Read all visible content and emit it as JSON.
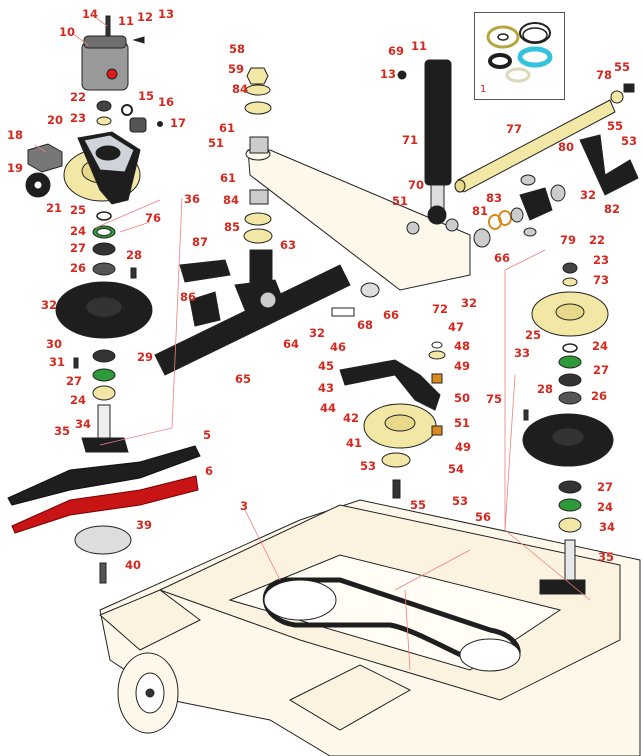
{
  "diagram": {
    "title": "Mower deck exploded parts diagram",
    "colors": {
      "label": "#d6281e",
      "leader": "#f08080",
      "deck": "#fdf8ea",
      "pulley": "#f3e7a6",
      "black_part": "#1e1e1e",
      "blade_red": "#c81414",
      "seal_cyan": "#33c3dc",
      "seal_green": "#2e9a3a",
      "bushing_orange": "#d98a1c"
    },
    "kit_inset": {
      "label": "1"
    },
    "callouts": [
      {
        "id": "c14",
        "text": "14"
      },
      {
        "id": "c11a",
        "text": "11"
      },
      {
        "id": "c12",
        "text": "12"
      },
      {
        "id": "c13a",
        "text": "13"
      },
      {
        "id": "c10",
        "text": "10"
      },
      {
        "id": "c22a",
        "text": "22"
      },
      {
        "id": "c15",
        "text": "15"
      },
      {
        "id": "c16",
        "text": "16"
      },
      {
        "id": "c23a",
        "text": "23"
      },
      {
        "id": "c17",
        "text": "17"
      },
      {
        "id": "c20",
        "text": "20"
      },
      {
        "id": "c18",
        "text": "18"
      },
      {
        "id": "c19",
        "text": "19"
      },
      {
        "id": "c21",
        "text": "21"
      },
      {
        "id": "c36",
        "text": "36"
      },
      {
        "id": "c25a",
        "text": "25"
      },
      {
        "id": "c76",
        "text": "76"
      },
      {
        "id": "c24a",
        "text": "24"
      },
      {
        "id": "c27a",
        "text": "27"
      },
      {
        "id": "c28a",
        "text": "28"
      },
      {
        "id": "c26a",
        "text": "26"
      },
      {
        "id": "c32a",
        "text": "32"
      },
      {
        "id": "c30",
        "text": "30"
      },
      {
        "id": "c29",
        "text": "29"
      },
      {
        "id": "c31",
        "text": "31"
      },
      {
        "id": "c27b",
        "text": "27"
      },
      {
        "id": "c24b",
        "text": "24"
      },
      {
        "id": "c34a",
        "text": "34"
      },
      {
        "id": "c35a",
        "text": "35"
      },
      {
        "id": "c5",
        "text": "5"
      },
      {
        "id": "c6",
        "text": "6"
      },
      {
        "id": "c39",
        "text": "39"
      },
      {
        "id": "c40",
        "text": "40"
      },
      {
        "id": "c3",
        "text": "3"
      },
      {
        "id": "c58",
        "text": "58"
      },
      {
        "id": "c59",
        "text": "59"
      },
      {
        "id": "c84a",
        "text": "84"
      },
      {
        "id": "c61a",
        "text": "61"
      },
      {
        "id": "c51a",
        "text": "51"
      },
      {
        "id": "c61b",
        "text": "61"
      },
      {
        "id": "c84b",
        "text": "84"
      },
      {
        "id": "c85",
        "text": "85"
      },
      {
        "id": "c63",
        "text": "63"
      },
      {
        "id": "c87",
        "text": "87"
      },
      {
        "id": "c86",
        "text": "86"
      },
      {
        "id": "c64",
        "text": "64"
      },
      {
        "id": "c32b",
        "text": "32"
      },
      {
        "id": "c65",
        "text": "65"
      },
      {
        "id": "c68",
        "text": "68"
      },
      {
        "id": "c66a",
        "text": "66"
      },
      {
        "id": "c69",
        "text": "69"
      },
      {
        "id": "c11b",
        "text": "11"
      },
      {
        "id": "c13b",
        "text": "13"
      },
      {
        "id": "c71",
        "text": "71"
      },
      {
        "id": "c70",
        "text": "70"
      },
      {
        "id": "c51b",
        "text": "51"
      },
      {
        "id": "c72",
        "text": "72"
      },
      {
        "id": "c32c",
        "text": "32"
      },
      {
        "id": "c77",
        "text": "77"
      },
      {
        "id": "c78",
        "text": "78"
      },
      {
        "id": "c55a",
        "text": "55"
      },
      {
        "id": "c55b",
        "text": "55"
      },
      {
        "id": "c53a",
        "text": "53"
      },
      {
        "id": "c80",
        "text": "80"
      },
      {
        "id": "c83",
        "text": "83"
      },
      {
        "id": "c32d",
        "text": "32"
      },
      {
        "id": "c82",
        "text": "82"
      },
      {
        "id": "c81",
        "text": "81"
      },
      {
        "id": "c66b",
        "text": "66"
      },
      {
        "id": "c79",
        "text": "79"
      },
      {
        "id": "c22b",
        "text": "22"
      },
      {
        "id": "c23b",
        "text": "23"
      },
      {
        "id": "c73",
        "text": "73"
      },
      {
        "id": "c47",
        "text": "47"
      },
      {
        "id": "c48",
        "text": "48"
      },
      {
        "id": "c46",
        "text": "46"
      },
      {
        "id": "c45",
        "text": "45"
      },
      {
        "id": "c49a",
        "text": "49"
      },
      {
        "id": "c43",
        "text": "43"
      },
      {
        "id": "c50",
        "text": "50"
      },
      {
        "id": "c44",
        "text": "44"
      },
      {
        "id": "c42",
        "text": "42"
      },
      {
        "id": "c51c",
        "text": "51"
      },
      {
        "id": "c49b",
        "text": "49"
      },
      {
        "id": "c41",
        "text": "41"
      },
      {
        "id": "c53b",
        "text": "53"
      },
      {
        "id": "c54",
        "text": "54"
      },
      {
        "id": "c55c",
        "text": "55"
      },
      {
        "id": "c53c",
        "text": "53"
      },
      {
        "id": "c56",
        "text": "56"
      },
      {
        "id": "c25b",
        "text": "25"
      },
      {
        "id": "c24c",
        "text": "24"
      },
      {
        "id": "c33",
        "text": "33"
      },
      {
        "id": "c27c",
        "text": "27"
      },
      {
        "id": "c75",
        "text": "75"
      },
      {
        "id": "c28b",
        "text": "28"
      },
      {
        "id": "c26b",
        "text": "26"
      },
      {
        "id": "c27d",
        "text": "27"
      },
      {
        "id": "c24d",
        "text": "24"
      },
      {
        "id": "c34b",
        "text": "34"
      },
      {
        "id": "c35b",
        "text": "35"
      }
    ]
  }
}
